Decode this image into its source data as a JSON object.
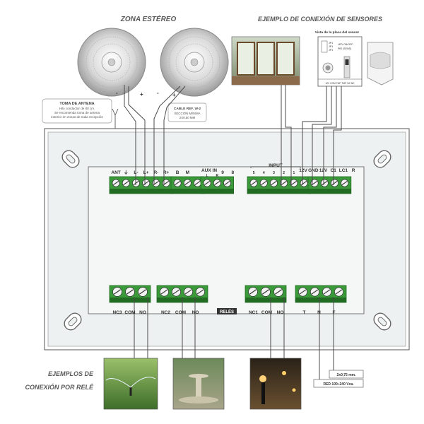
{
  "headings": {
    "zona_estereo": "ZONA ESTÉREO",
    "ejemplo_sensores": "EJEMPLO DE CONEXIÓN DE SENSORES",
    "ejemplos_rele_line1": "EJEMPLOS DE",
    "ejemplos_rele_line2": "CONEXIÓN POR RELÉ"
  },
  "antenna_note": {
    "title": "TOMA DE ANTENA",
    "line1": "Hilo conductor de 80 cm.",
    "line2": "Se recomienda toma de antena",
    "line3": "exterior en zonas de mala recepción"
  },
  "cable_note": {
    "line1": "CABLE REF. W-2",
    "line2": "SECCIÓN MÍNIMA",
    "line3": "2X0,50 MM"
  },
  "sensor_detail": {
    "title": "Vista de la placa del sensor",
    "jp1": "JP1",
    "jp2": "JP1",
    "jp3": "JP1",
    "led": "LED ON/OFF",
    "pir": "PIR (SENS)",
    "bottom": "12V COM TMP TMP NC NC"
  },
  "speaker_polarity": {
    "left_minus": "-",
    "left_plus": "+",
    "right_minus": "-",
    "right_plus": "+"
  },
  "top_terminals": {
    "group1": [
      "ANT",
      "⏚",
      "L-",
      "L+",
      "R-",
      "R+"
    ],
    "group2": [
      "B",
      "M"
    ],
    "group3_header": "AUX IN",
    "group3_sub": [
      "L",
      "R"
    ],
    "group4": [
      "9",
      "8"
    ],
    "input_header": "INPUT",
    "input_nums": [
      "5",
      "4",
      "3",
      "2",
      "1"
    ],
    "power": [
      "12V",
      "GND",
      "12V",
      "C1",
      "LC1",
      "R"
    ]
  },
  "bottom_terminals": {
    "rele1": [
      "NC3",
      "COM",
      "NO"
    ],
    "rele2": [
      "NC2",
      "COM",
      "NO"
    ],
    "badge": "RELÉS",
    "rele3": [
      "NC1",
      "COM",
      "NO"
    ],
    "mains": [
      "T",
      "N",
      "F"
    ]
  },
  "notes": {
    "section": "2x0,75 mm.",
    "red": "RED 100÷240 Vca."
  },
  "colors": {
    "terminal_green": "#3a9a3a",
    "terminal_dark": "#226b22",
    "panel_fill": "#e8ecec",
    "board_fill": "#f4f6f5",
    "heading": "#5a5a5a",
    "wire": "#555555"
  }
}
